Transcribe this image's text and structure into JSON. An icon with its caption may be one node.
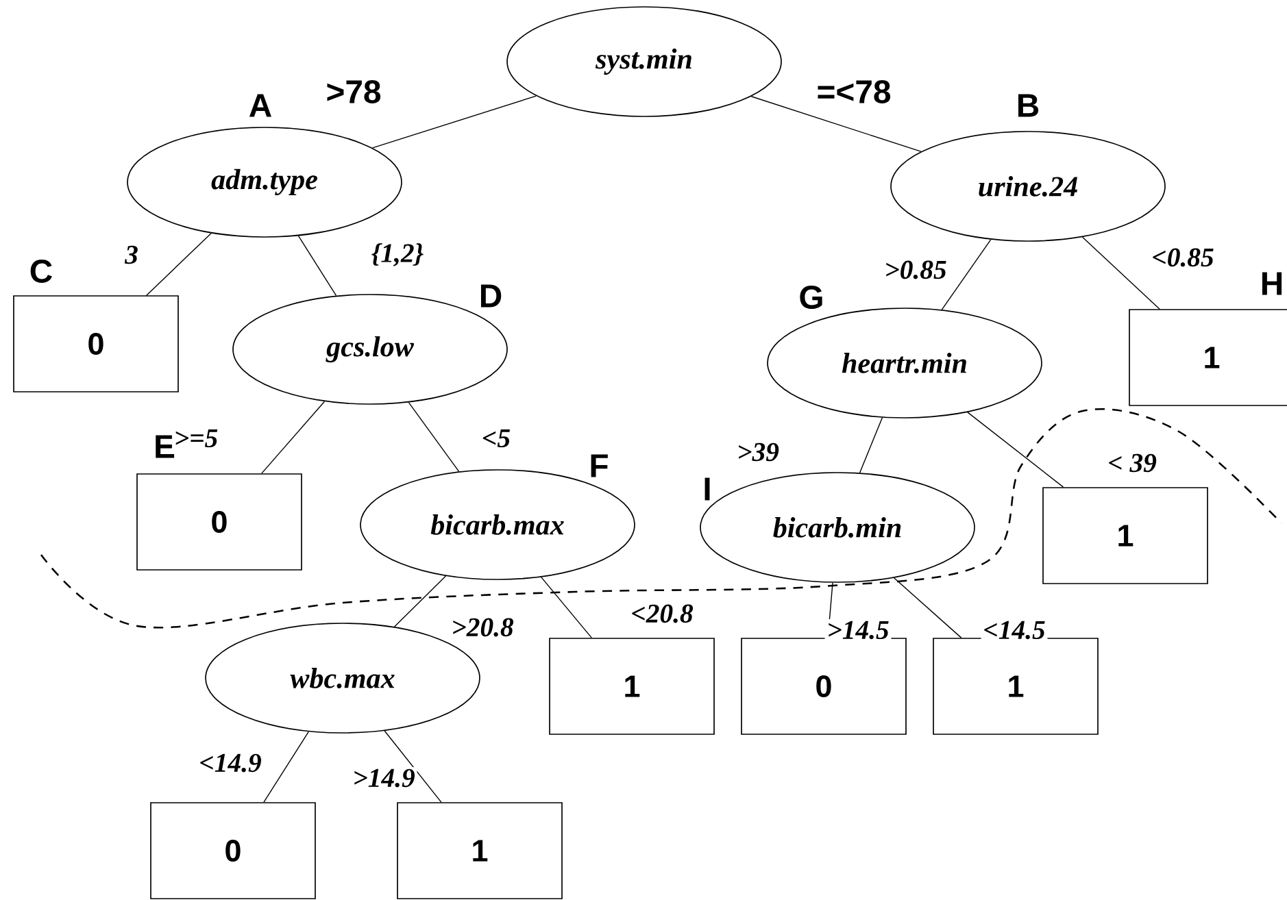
{
  "diagram": {
    "nodes": [
      {
        "text": [
          "syst.min"
        ]
      },
      {
        "text": [
          "adm.type"
        ],
        "beside": [
          "A"
        ]
      },
      {
        "text": [
          "urine.24"
        ],
        "beside": [
          "B"
        ]
      },
      {
        "text": [
          "0"
        ],
        "beside": [
          "C"
        ]
      },
      {
        "text": [
          "gcs.low"
        ],
        "beside": [
          "D"
        ]
      },
      {
        "text": [
          "heartr.min"
        ],
        "beside": [
          "G"
        ]
      },
      {
        "text": [
          "1"
        ],
        "beside": [
          "H"
        ]
      },
      {
        "text": [
          "0"
        ],
        "beside": [
          "E"
        ]
      },
      {
        "text": [
          "bicarb.max"
        ],
        "beside": [
          "F"
        ]
      },
      {
        "text": [
          "bicarb.min"
        ],
        "beside": [
          "I"
        ]
      },
      {
        "text": [
          "1"
        ]
      },
      {
        "text": [
          "wbc.max"
        ]
      },
      {
        "text": [
          "1"
        ]
      },
      {
        "text": [
          "0"
        ]
      },
      {
        "text": [
          "1"
        ]
      },
      {
        "text": [
          "0"
        ]
      },
      {
        "text": [
          "1"
        ]
      }
    ],
    "edges": [
      {
        "from": 0,
        "to": 1,
        "arrow": "none",
        "label": ">78"
      },
      {
        "from": 0,
        "to": 2,
        "arrow": "none",
        "label": "=<78"
      },
      {
        "from": 1,
        "to": 3,
        "arrow": "none",
        "label": "3"
      },
      {
        "from": 1,
        "to": 4,
        "arrow": "none",
        "label": "{1,2}"
      },
      {
        "from": 2,
        "to": 5,
        "arrow": "none",
        "label": ">0.85"
      },
      {
        "from": 2,
        "to": 6,
        "arrow": "none",
        "label": "<0.85"
      },
      {
        "from": 4,
        "to": 7,
        "arrow": "none",
        "label": ">=5"
      },
      {
        "from": 4,
        "to": 8,
        "arrow": "none",
        "label": "<5"
      },
      {
        "from": 5,
        "to": 9,
        "arrow": "none",
        "label": ">39"
      },
      {
        "from": 5,
        "to": 10,
        "arrow": "none",
        "label": "< 39"
      },
      {
        "from": 8,
        "to": 11,
        "arrow": "none",
        "label": ">20.8"
      },
      {
        "from": 8,
        "to": 12,
        "arrow": "none",
        "label": "<20.8"
      },
      {
        "from": 9,
        "to": 13,
        "arrow": "none",
        "label": ">14.5"
      },
      {
        "from": 9,
        "to": 14,
        "arrow": "none",
        "label": "<14.5"
      },
      {
        "from": 11,
        "to": 15,
        "arrow": "none",
        "label": "<14.9"
      },
      {
        "from": 11,
        "to": 16,
        "arrow": "none",
        "label": ">14.9"
      }
    ]
  }
}
